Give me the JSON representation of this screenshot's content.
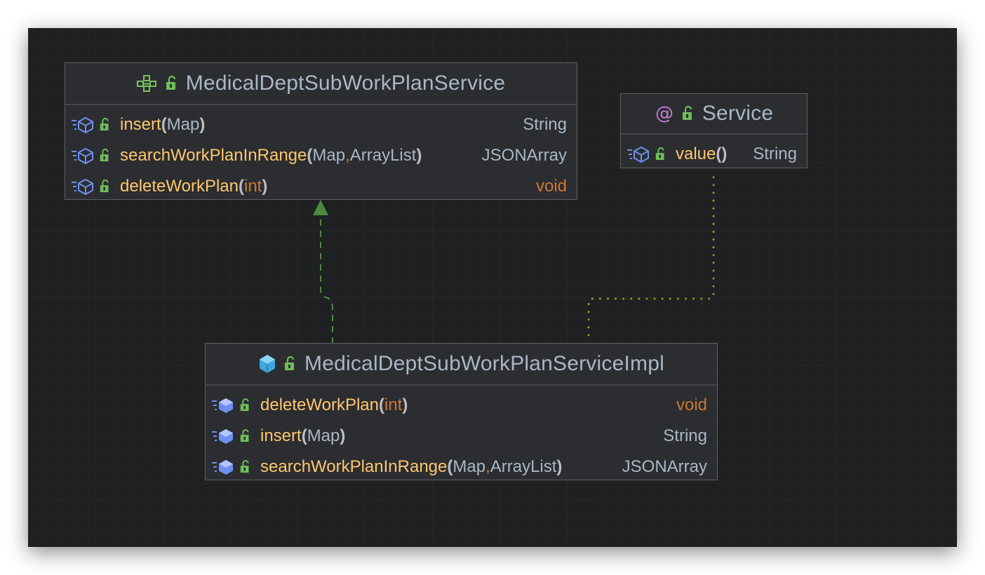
{
  "diagram": {
    "nodes": {
      "interface": {
        "kind": "interface",
        "title": "MedicalDeptSubWorkPlanService",
        "icon": "interface-icon",
        "members": [
          {
            "name": "insert",
            "params": [
              "Map"
            ],
            "return": "String",
            "return_kw": false
          },
          {
            "name": "searchWorkPlanInRange",
            "params": [
              "Map",
              "ArrayList"
            ],
            "return": "JSONArray",
            "return_kw": false
          },
          {
            "name": "deleteWorkPlan",
            "params": [
              "int"
            ],
            "return": "void",
            "return_kw": true
          }
        ]
      },
      "annotation": {
        "kind": "annotation",
        "title": "Service",
        "icon": "annotation-icon",
        "members": [
          {
            "name": "value",
            "params": [],
            "return": "String",
            "return_kw": false
          }
        ]
      },
      "impl": {
        "kind": "class",
        "title": "MedicalDeptSubWorkPlanServiceImpl",
        "icon": "class-icon",
        "members": [
          {
            "name": "deleteWorkPlan",
            "params": [
              "int"
            ],
            "return": "void",
            "return_kw": true
          },
          {
            "name": "insert",
            "params": [
              "Map"
            ],
            "return": "String",
            "return_kw": false
          },
          {
            "name": "searchWorkPlanInRange",
            "params": [
              "Map",
              "ArrayList"
            ],
            "return": "JSONArray",
            "return_kw": false
          }
        ]
      }
    },
    "edges": [
      {
        "from": "impl",
        "to": "interface",
        "type": "implements",
        "style": "dashed",
        "color": "#4e8a3e"
      },
      {
        "from": "impl",
        "to": "annotation",
        "type": "annotated-by",
        "style": "dotted",
        "color": "#8a9a24"
      }
    ],
    "colors": {
      "canvas_bg": "#1f2022",
      "node_bg": "#2b2d30",
      "method_name": "#ffc66d",
      "keyword": "#cc7832",
      "type": "#a9b7c6",
      "lock": "#6fbd5a",
      "method_icon": "#6f8ff0",
      "annotation_icon": "#c77dd7",
      "class_icon": "#3fa7dc",
      "interface_icon": "#79c35f"
    }
  }
}
